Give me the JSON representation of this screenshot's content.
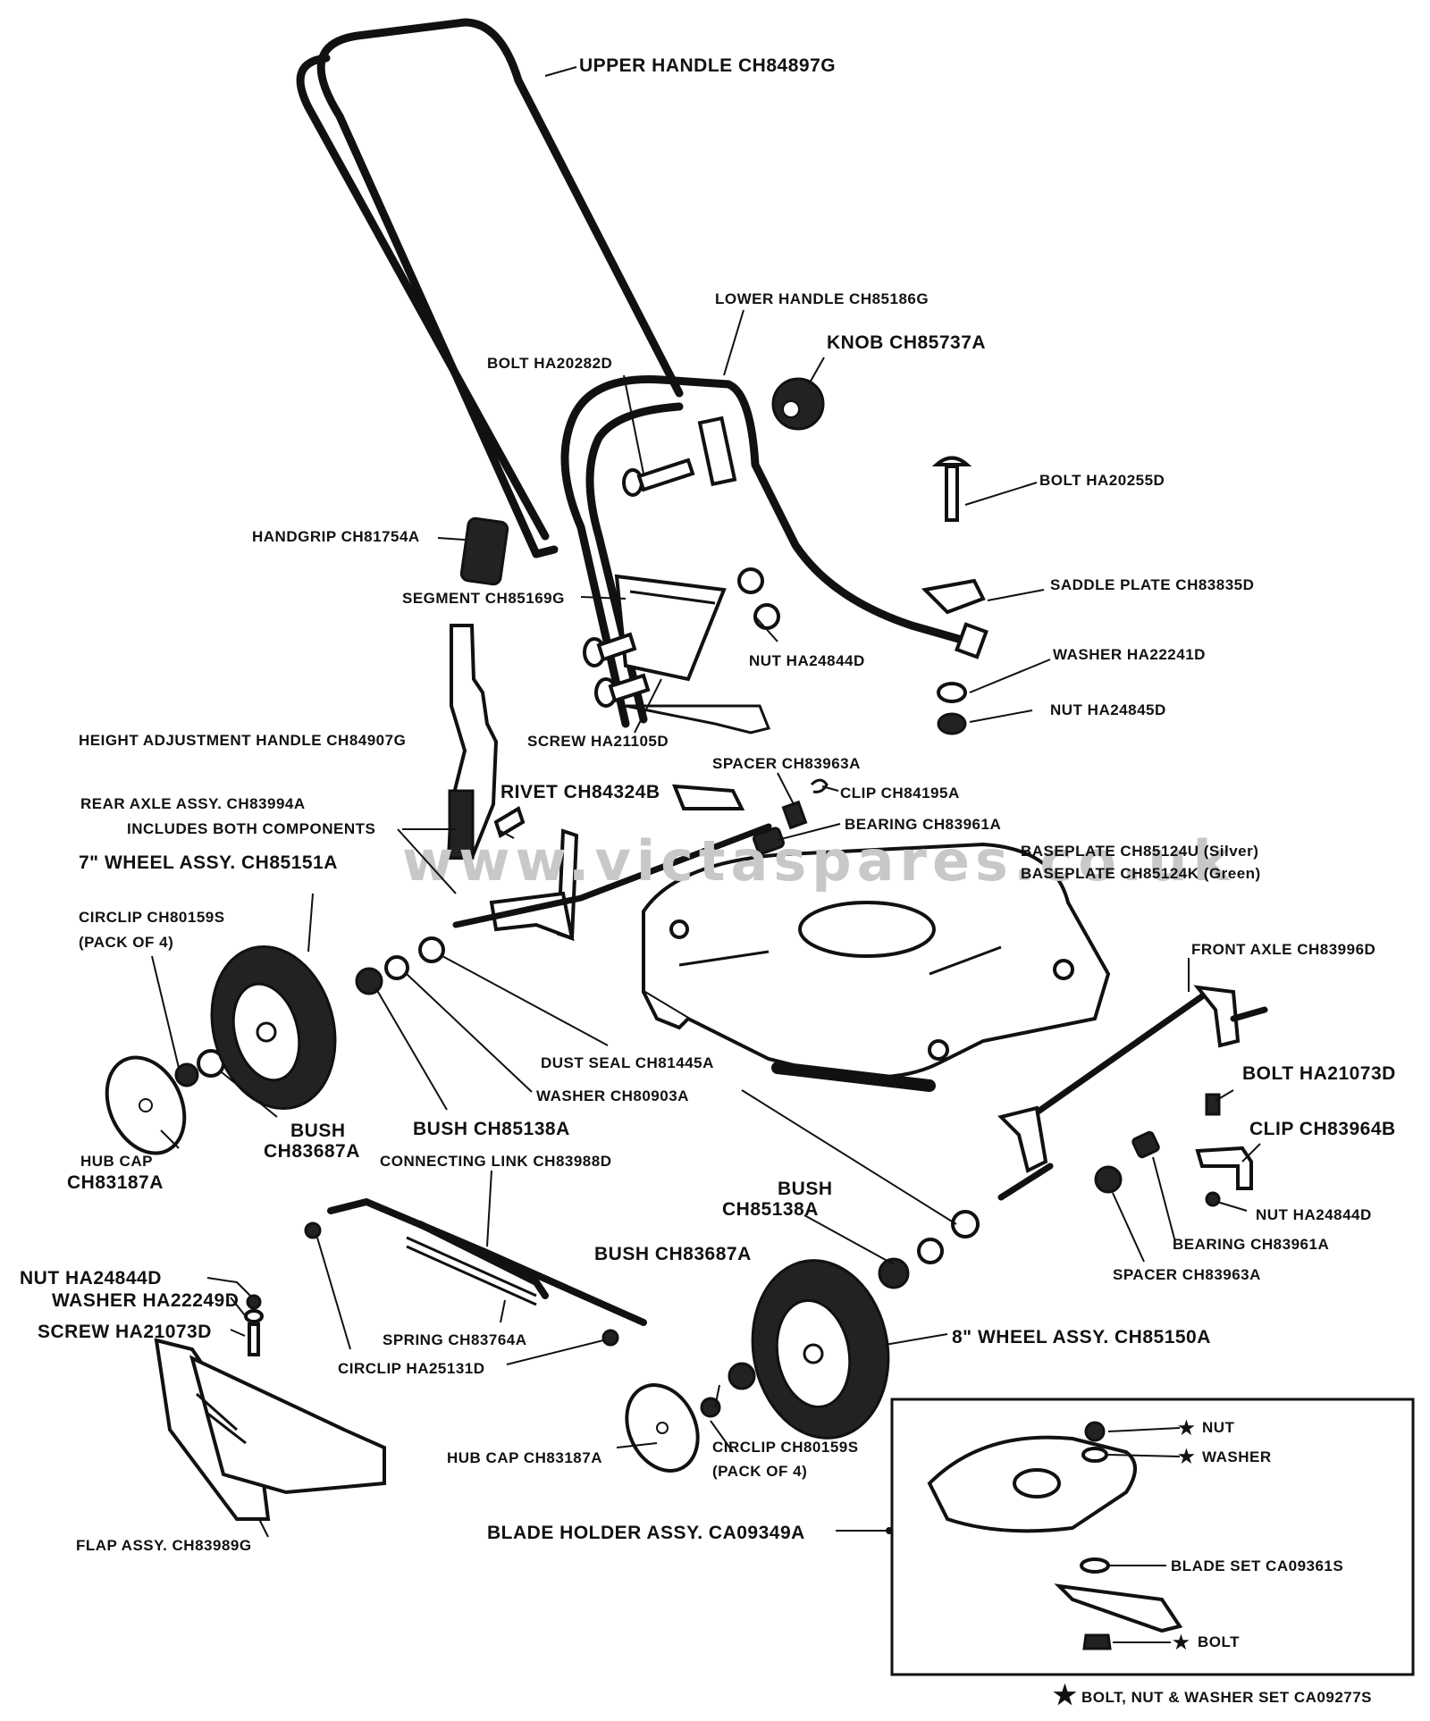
{
  "watermark": "www.victaspares.co.uk",
  "labels": {
    "upper_handle": "UPPER HANDLE CH84897G",
    "lower_handle": "LOWER HANDLE CH85186G",
    "knob": "KNOB CH85737A",
    "bolt_a": "BOLT HA20282D",
    "bolt_b": "BOLT HA20255D",
    "handgrip": "HANDGRIP CH81754A",
    "segment": "SEGMENT CH85169G",
    "saddle_plate": "SADDLE PLATE CH83835D",
    "nut_a": "NUT HA24844D",
    "washer_a": "WASHER HA22241D",
    "nut_b": "NUT HA24845D",
    "screw_a": "SCREW HA21105D",
    "height_handle": "HEIGHT ADJUSTMENT HANDLE CH84907G",
    "spacer_a": "SPACER CH83963A",
    "clip_a": "CLIP CH84195A",
    "rear_axle": "REAR AXLE ASSY. CH83994A",
    "includes": "INCLUDES BOTH COMPONENTS",
    "rivet": "RIVET CH84324B",
    "bearing_a": "BEARING CH83961A",
    "wheel7": "7\" WHEEL ASSY. CH85151A",
    "baseplate_silver": "BASEPLATE CH85124U (Silver)",
    "baseplate_green": "BASEPLATE CH85124K (Green)",
    "circlip_a": "CIRCLIP CH80159S",
    "pack_a": "(PACK OF 4)",
    "front_axle": "FRONT AXLE CH83996D",
    "dust_seal": "DUST SEAL CH81445A",
    "washer_b": "WASHER CH80903A",
    "bolt_c": "BOLT HA21073D",
    "bush_a1": "BUSH",
    "bush_a2": "CH83687A",
    "bush_b": "BUSH CH85138A",
    "clip_b": "CLIP CH83964B",
    "hub_cap_a1": "HUB CAP",
    "hub_cap_a2": "CH83187A",
    "connecting_link": "CONNECTING LINK CH83988D",
    "nut_c": "NUT HA24844D",
    "bush_c1": "BUSH",
    "bush_c2": "CH85138A",
    "bearing_b": "BEARING CH83961A",
    "spacer_b": "SPACER CH83963A",
    "bush_d": "BUSH CH83687A",
    "nut_d": "NUT HA24844D",
    "washer_c": "WASHER HA22249D",
    "screw_b": "SCREW HA21073D",
    "spring": "SPRING CH83764A",
    "wheel8": "8\" WHEEL ASSY. CH85150A",
    "circlip_b": "CIRCLIP HA25131D",
    "hub_cap_b": "HUB CAP CH83187A",
    "circlip_c": "CIRCLIP CH80159S",
    "pack_b": "(PACK OF 4)",
    "flap": "FLAP ASSY. CH83989G",
    "blade_holder": "BLADE HOLDER ASSY. CA09349A",
    "star_nut": "NUT",
    "star_washer": "WASHER",
    "blade_set": "BLADE SET CA09361S",
    "star_bolt": "BOLT",
    "set_note": "BOLT, NUT & WASHER SET CA09277S"
  }
}
